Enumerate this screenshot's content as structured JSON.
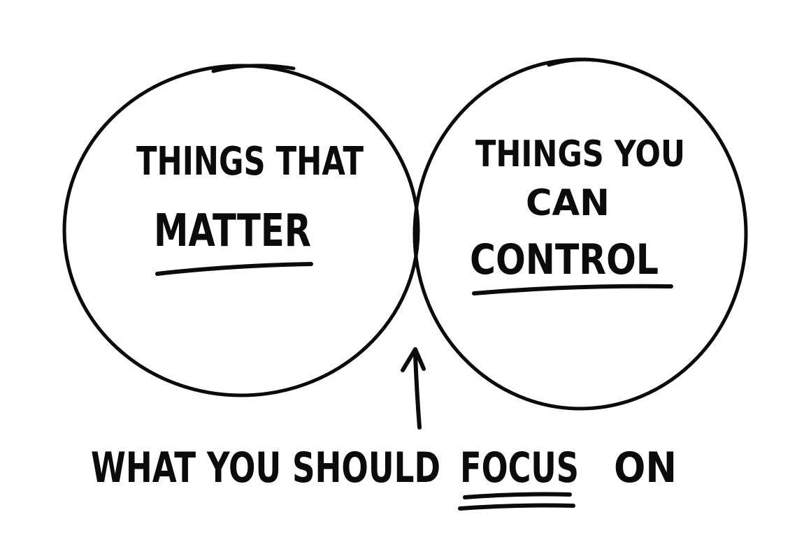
{
  "diagram": {
    "type": "venn",
    "left_set": {
      "line1": "Things That",
      "line2": "Matter"
    },
    "right_set": {
      "line1": "Things You",
      "line2": "Can",
      "line3": "Control"
    },
    "caption": {
      "before": "What You Should",
      "emphasis": "Focus",
      "after": "On"
    },
    "colors": {
      "ink": "#0b0b0b",
      "background": "#ffffff"
    }
  }
}
